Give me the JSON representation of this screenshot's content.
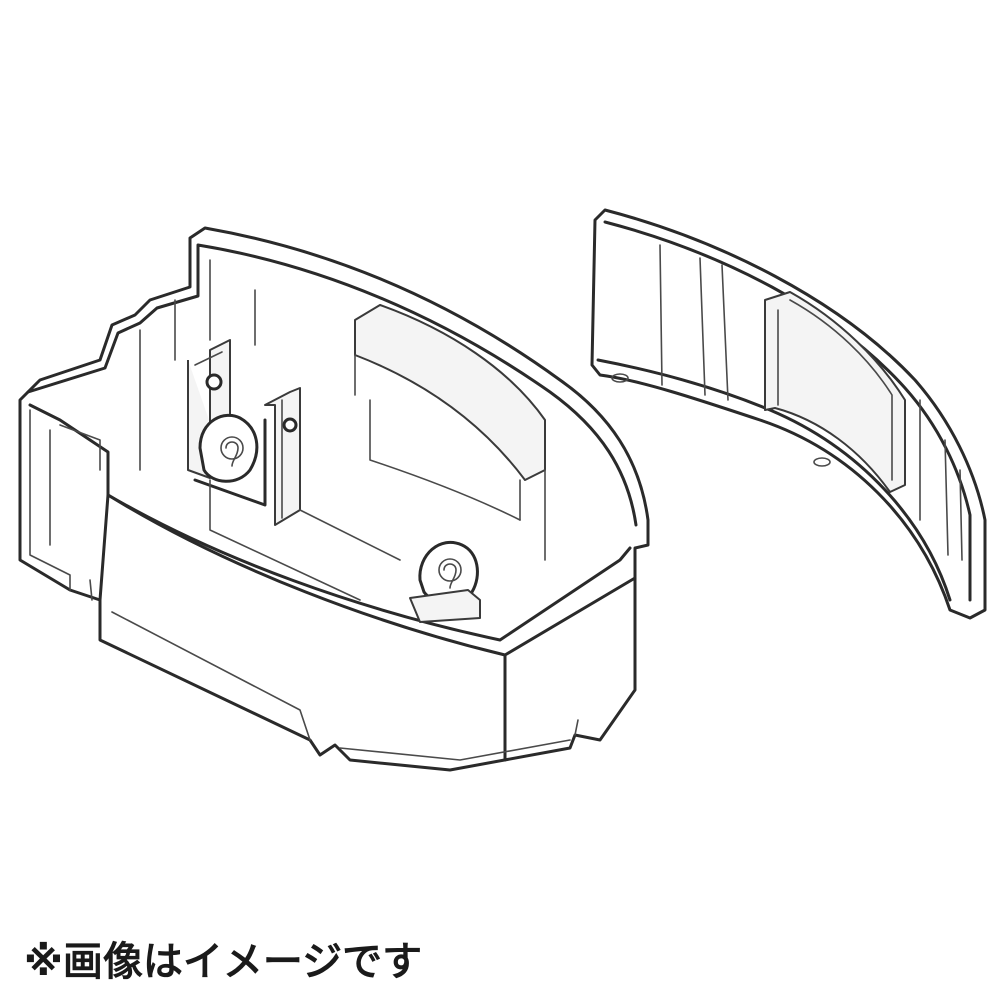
{
  "caption": {
    "text": "※画像はイメージです"
  },
  "parts": {
    "main_part_icon": "battery-case-outline",
    "secondary_part_icon": "curved-lid-outline"
  },
  "colors": {
    "line": "#2a2a2a",
    "background": "#ffffff"
  }
}
